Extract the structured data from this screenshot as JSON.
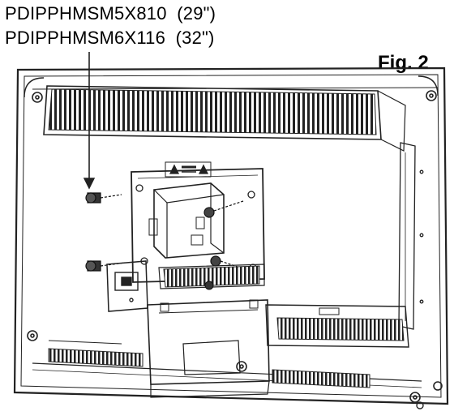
{
  "labels": {
    "part_29": "PDIPPHMSM5X810  (29\")",
    "part_32": "PDIPPHMSM6X116  (32\")",
    "figure": "Fig. 2"
  },
  "colors": {
    "line": "#222222",
    "background": "#ffffff"
  }
}
